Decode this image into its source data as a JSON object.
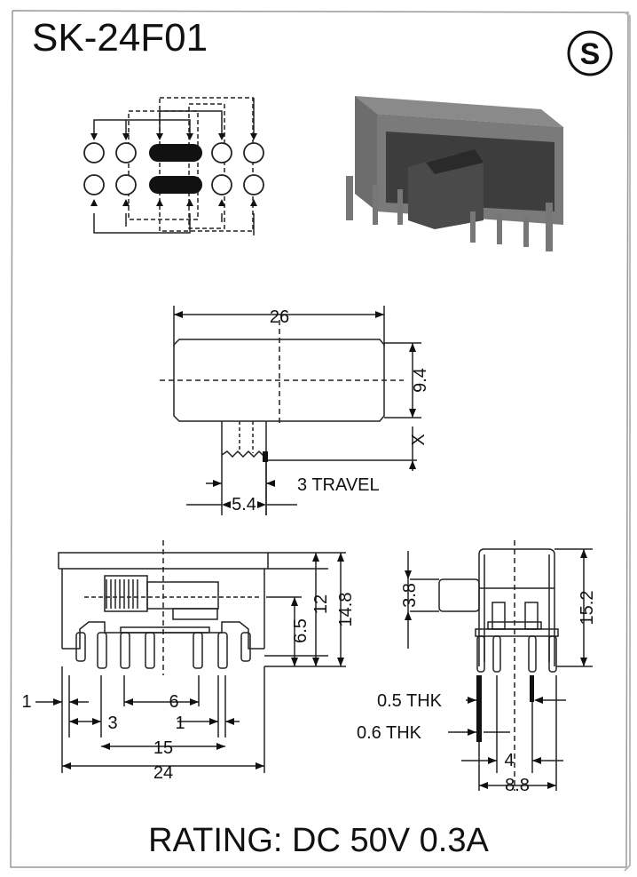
{
  "header": {
    "model": "SK-24F01",
    "logo_letter": "S"
  },
  "top_view": {
    "width_label": "26",
    "height_label": "9.4",
    "x_label": "X",
    "travel_label": "3 TRAVEL",
    "actuator_label": "5.4"
  },
  "front_view": {
    "label_1_left": "1",
    "label_3": "3",
    "label_6": "6",
    "label_1_pitch": "1",
    "label_15": "15",
    "label_24": "24",
    "label_6_5": "6.5",
    "label_12": "12",
    "label_14_8": "14.8"
  },
  "side_view": {
    "label_3_8": "3.8",
    "label_15_2": "15.2",
    "label_05_thk": "0.5 THK",
    "label_06_thk": "0.6 THK",
    "label_4": "4",
    "label_8_8": "8.8"
  },
  "footer": {
    "rating": "RATING: DC 50V 0.3A"
  }
}
